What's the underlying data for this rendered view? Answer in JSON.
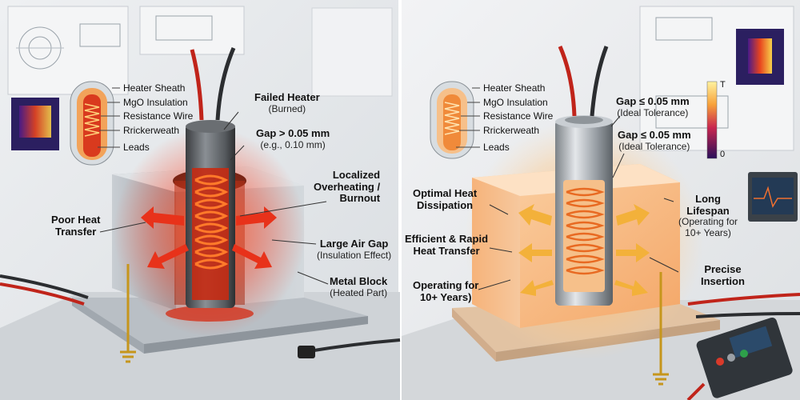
{
  "left": {
    "legend": [
      "Heater Sheath",
      "MgO Insulation",
      "Resistance Wire",
      "Rrickerweath",
      "Leads"
    ],
    "failed_heater": {
      "title": "Failed Heater",
      "sub": "(Burned)"
    },
    "gap": {
      "title": "Gap > 0.05 mm",
      "sub": "(e.g., 0.10 mm)"
    },
    "overheating": {
      "line1": "Localized",
      "line2": "Overheating /",
      "line3": "Burnout"
    },
    "poor_transfer": {
      "line1": "Poor Heat",
      "line2": "Transfer"
    },
    "air_gap": {
      "title": "Large Air Gap",
      "sub": "(Insulation Effect)"
    },
    "metal_block": {
      "title": "Metal Block",
      "sub": "(Heated Part)"
    }
  },
  "right": {
    "legend": [
      "Heater Sheath",
      "MgO Insulation",
      "Resistance Wire",
      "Rrickerweath",
      "Leads"
    ],
    "gap1": {
      "title": "Gap ≤ 0.05 mm",
      "sub": "(Ideal Tolerance)"
    },
    "gap2": {
      "title": "Gap ≤ 0.05 mm",
      "sub": "(Ideal Tolerance)"
    },
    "optimal": {
      "line1": "Optimal Heat",
      "line2": "Dissipation"
    },
    "efficient": {
      "line1": "Efficient & Rapid",
      "line2": "Heat Transfer"
    },
    "operating": {
      "line1": "Operating for",
      "line2": "10+ Years)"
    },
    "long_lifespan": {
      "title": "Long",
      "title2": "Lifespan",
      "sub": "(Operating for",
      "sub2": "10+ Years)"
    },
    "precise": {
      "line1": "Precise",
      "line2": "Insertion"
    },
    "scale_top": "T",
    "scale_bottom": "0"
  },
  "colors": {
    "hot_red": "#e8321a",
    "warm_orange": "#f5a04a",
    "metal": "#b8bfc6",
    "background": "#e6e9ec"
  }
}
